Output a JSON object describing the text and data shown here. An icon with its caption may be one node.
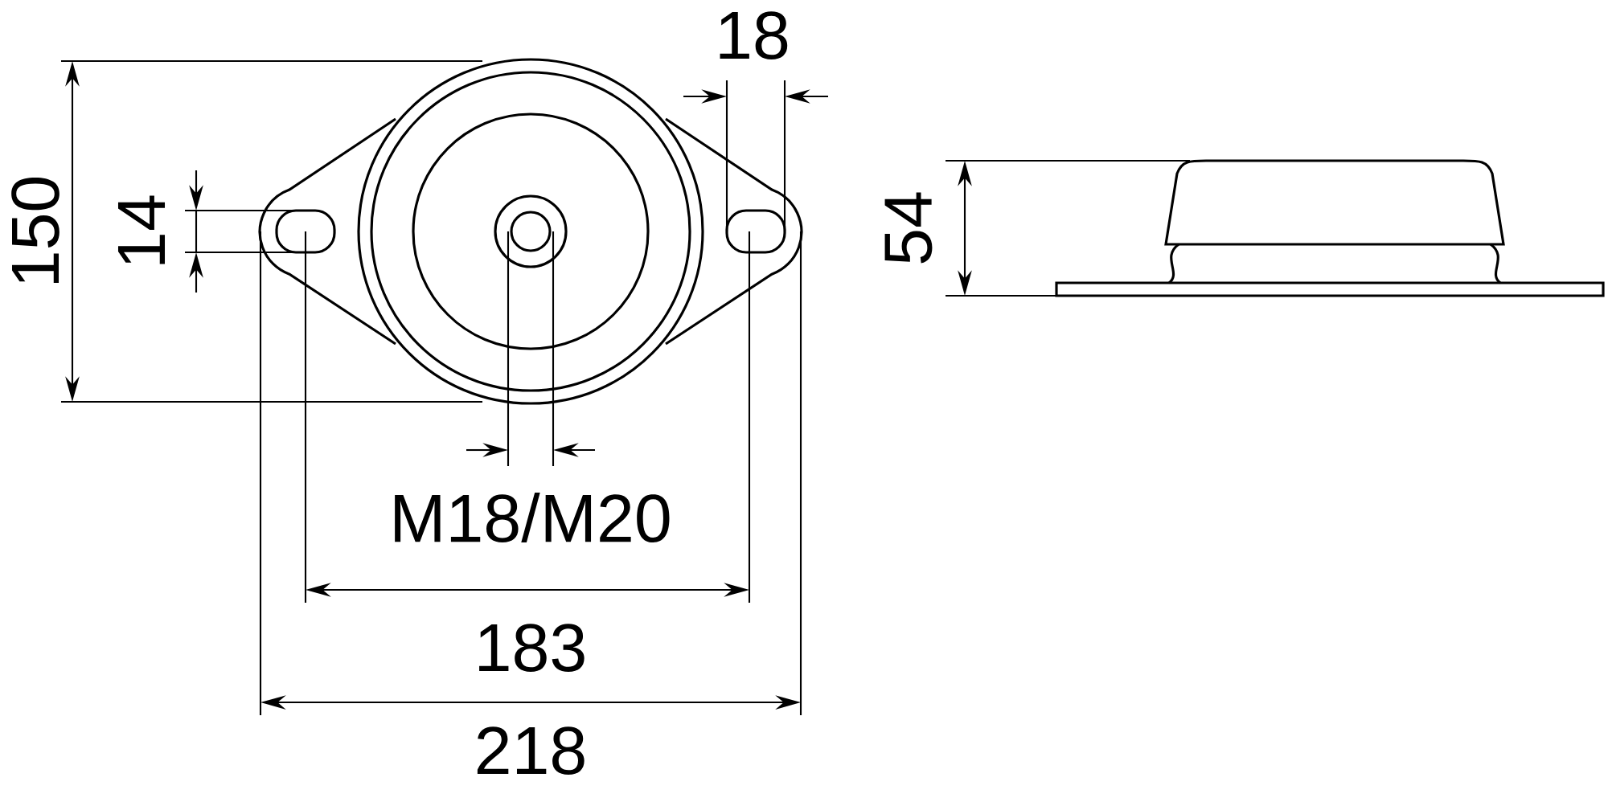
{
  "diagram": {
    "labels": [
      "18",
      "150",
      "14",
      "54",
      "M18/M20",
      "183",
      "218"
    ]
  }
}
